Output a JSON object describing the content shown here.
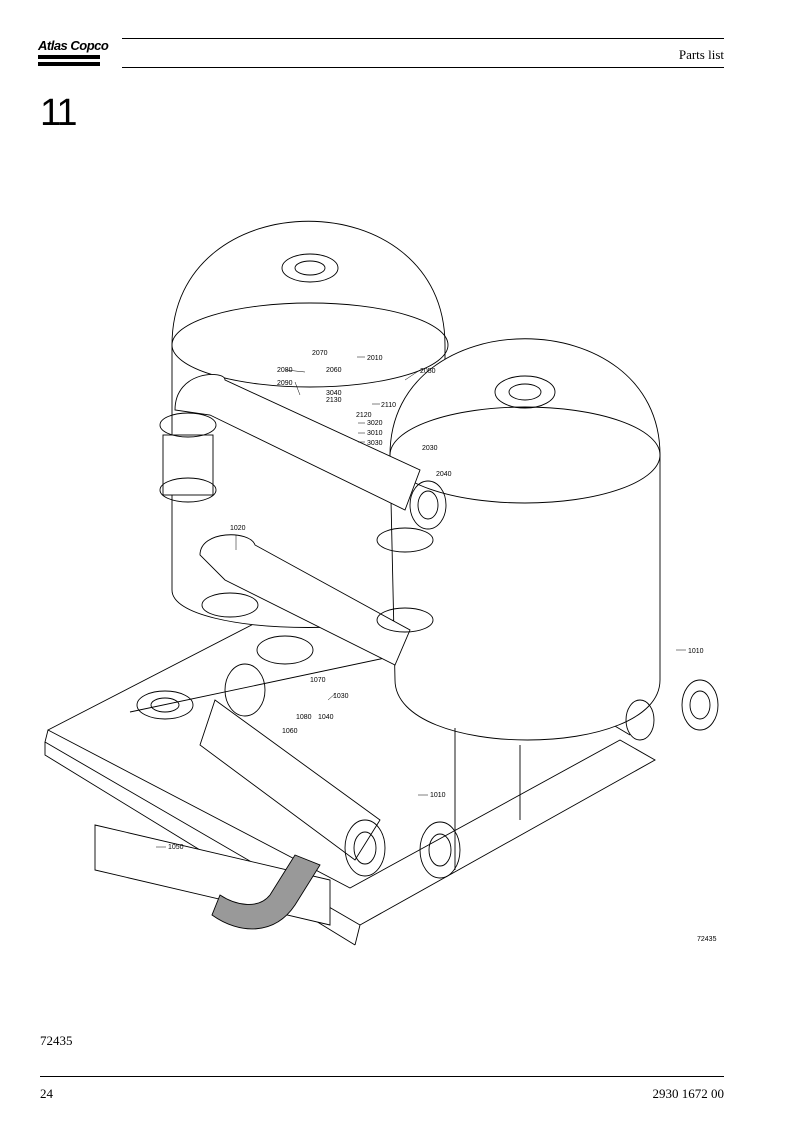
{
  "header": {
    "brand": "Atlas Copco",
    "title": "Parts list"
  },
  "section_number": "11",
  "drawing": {
    "id_label": "72435",
    "callouts": [
      "2070",
      "2010",
      "2080",
      "2060",
      "2050",
      "2090",
      "3040",
      "2130",
      "2110",
      "2120",
      "3020",
      "3010",
      "3030",
      "2030",
      "2040",
      "1020",
      "1010",
      "1070",
      "1030",
      "1080",
      "1040",
      "1060",
      "1010",
      "1050"
    ]
  },
  "figure_ref": "72435",
  "footer": {
    "page_number": "24",
    "doc_number": "2930 1672 00"
  }
}
